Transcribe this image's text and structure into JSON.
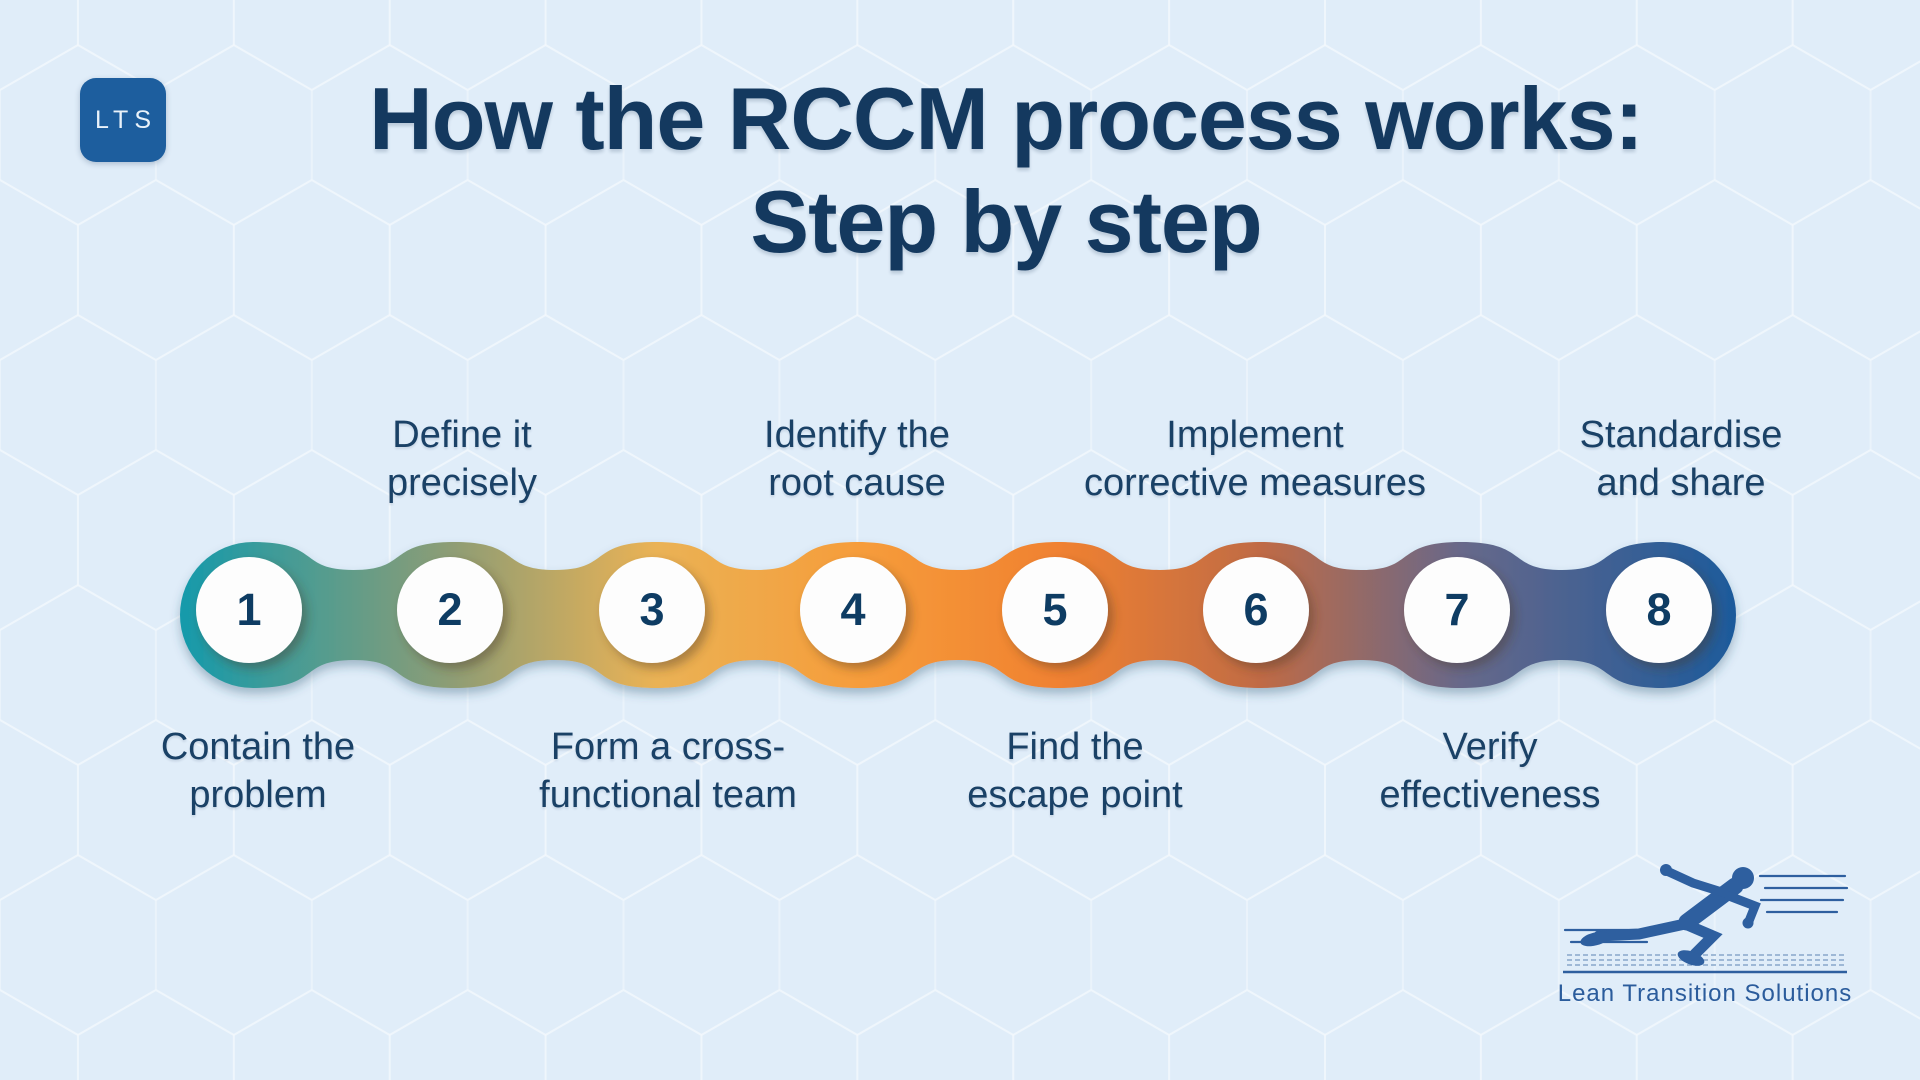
{
  "background": {
    "color": "#e0edf9",
    "pattern_icon": "hexagon-grid"
  },
  "brand_badge": {
    "text": "LTS"
  },
  "title": {
    "line1": "How the RCCM process works:",
    "line2": "Step by step"
  },
  "steps": [
    {
      "number": "1",
      "line1": "Contain the",
      "line2": "problem",
      "label_position": "below",
      "ring_color": "#159aab"
    },
    {
      "number": "2",
      "line1": "Define it",
      "line2": "precisely",
      "label_position": "above",
      "ring_color": "#8f9d74"
    },
    {
      "number": "3",
      "line1": "Form a cross-",
      "line2": "functional team",
      "label_position": "below",
      "ring_color": "#eab255"
    },
    {
      "number": "4",
      "line1": "Identify the",
      "line2": "root cause",
      "label_position": "above",
      "ring_color": "#f69d3b"
    },
    {
      "number": "5",
      "line1": "Find the",
      "line2": "escape point",
      "label_position": "below",
      "ring_color": "#f08130"
    },
    {
      "number": "6",
      "line1": "Implement",
      "line2": "corrective measures",
      "label_position": "above",
      "ring_color": "#c06b45"
    },
    {
      "number": "7",
      "line1": "Verify",
      "line2": "effectiveness",
      "label_position": "below",
      "ring_color": "#67688a"
    },
    {
      "number": "8",
      "line1": "Standardise",
      "line2": "and share",
      "label_position": "above",
      "ring_color": "#1d5a9b"
    }
  ],
  "footer_logo": {
    "company": "Lean Transition Solutions",
    "icon": "sprinting-runner"
  },
  "colors": {
    "title_text": "#14395f",
    "label_text": "#1a4166",
    "number_text": "#0e3c63",
    "badge_background": "#1d5e9e",
    "logo_blue": "#2e5f9f",
    "circle_inner": "#fdfdfd"
  }
}
